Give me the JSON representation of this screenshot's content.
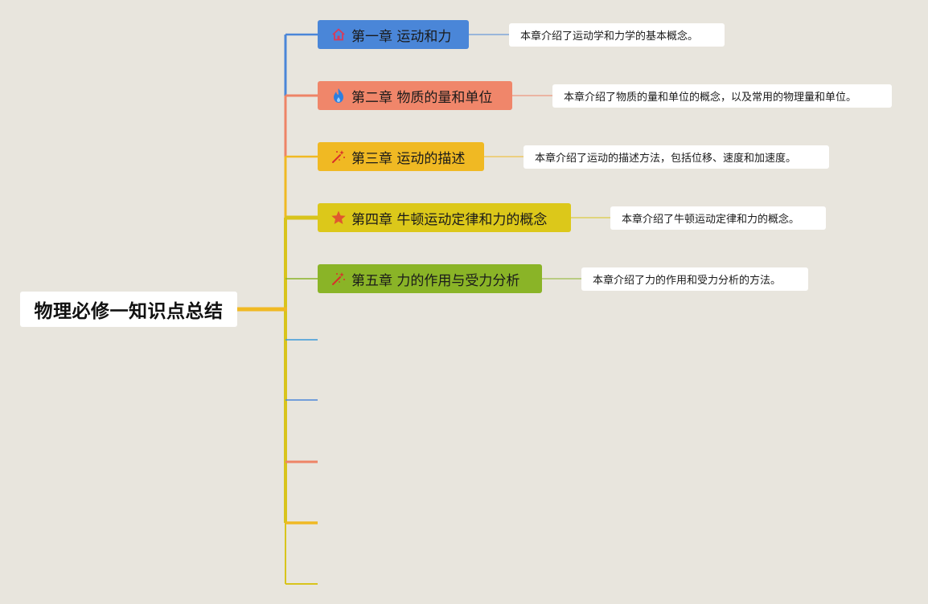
{
  "root": {
    "title": "物理必修一知识点总结"
  },
  "chapters": [
    {
      "label": "第一章 运动和力",
      "icon": "house-icon",
      "color": "#4a86d8",
      "line_color": "#4a86d8",
      "desc": "本章介绍了运动学和力学的基本概念。"
    },
    {
      "label": "第二章 物质的量和单位",
      "icon": "fire-icon",
      "color": "#f0866a",
      "line_color": "#ee8466",
      "desc": "本章介绍了物质的量和单位的概念，以及常用的物理量和单位。"
    },
    {
      "label": "第三章 运动的描述",
      "icon": "sparkle-wand-icon",
      "color": "#f0b923",
      "line_color": "#f0b923",
      "desc": "本章介绍了运动的描述方法，包括位移、速度和加速度。"
    },
    {
      "label": "第四章 牛顿运动定律和力的概念",
      "icon": "star-icon",
      "color": "#dcc81a",
      "line_color": "#d8c41c",
      "desc": "本章介绍了牛顿运动定律和力的概念。"
    },
    {
      "label": "第五章 力的作用与受力分析",
      "icon": "sparkle-wand-icon",
      "color": "#8ab427",
      "line_color": "#8ab427",
      "desc": "本章介绍了力的作用和受力分析的方法。"
    }
  ],
  "empty_branches": [
    {
      "color": "#3b9ad9"
    },
    {
      "color": "#4a86d8"
    },
    {
      "color": "#ee8466"
    },
    {
      "color": "#f0b923"
    },
    {
      "color": "#d8c41c"
    }
  ]
}
